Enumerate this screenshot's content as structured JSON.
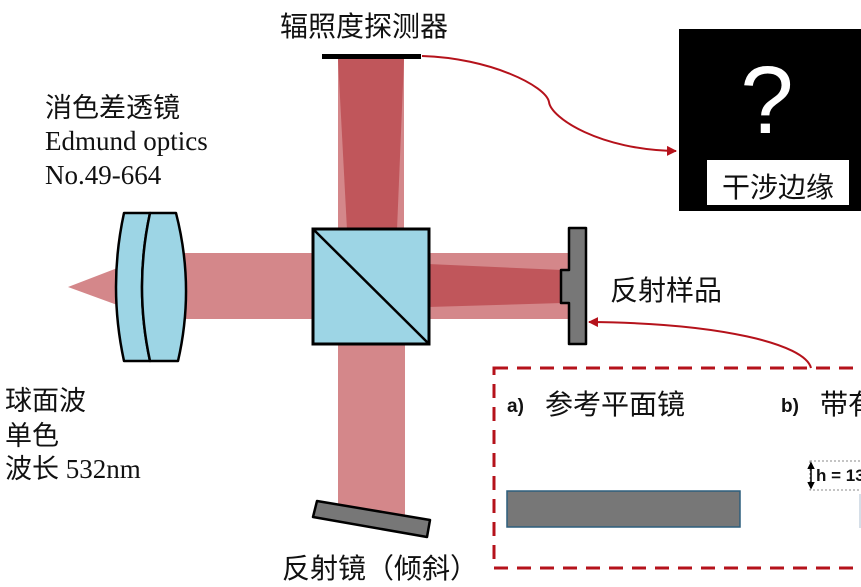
{
  "figure": {
    "labels": {
      "detector": "辐照度探测器",
      "lens_name": "消色差透镜",
      "lens_maker": "Edmund optics",
      "lens_part": "No.49-664",
      "source_type": "球面波",
      "source_mono": "单色",
      "source_wavelength": "波长 532nm",
      "sample": "反射样品",
      "mirror": "反射镜（倾斜）"
    },
    "fringes": {
      "question": "?",
      "caption": "干涉边缘"
    },
    "inset": {
      "panel_a": {
        "tag": "a)",
        "title": "参考平面镜"
      },
      "panel_b": {
        "tag": "b)",
        "title": "带有",
        "step_height": "h = 13"
      }
    },
    "colors": {
      "beam_light": "#d4878a",
      "beam_dark": "#c0565b",
      "glass": "#9dd5e5",
      "mirror_gray": "#777777",
      "accent_red": "#b5121b",
      "screen_bg": "#000000"
    }
  }
}
